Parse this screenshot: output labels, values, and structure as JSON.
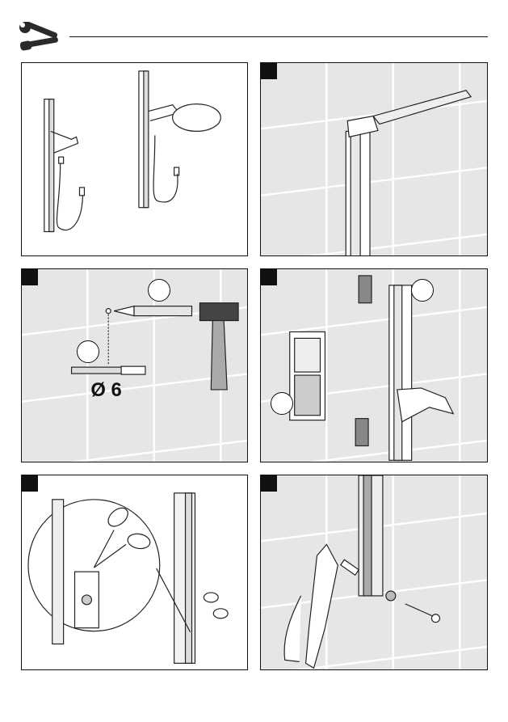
{
  "header": {
    "tools_icon": "wrench-screwdriver-icon"
  },
  "panels": [
    {
      "id": "overview",
      "step": ""
    },
    {
      "id": "step-1",
      "step": ""
    },
    {
      "id": "step-2",
      "step": "",
      "drill_size": "Ø 6"
    },
    {
      "id": "step-3",
      "step": ""
    },
    {
      "id": "step-4",
      "step": ""
    },
    {
      "id": "step-5",
      "step": ""
    }
  ]
}
